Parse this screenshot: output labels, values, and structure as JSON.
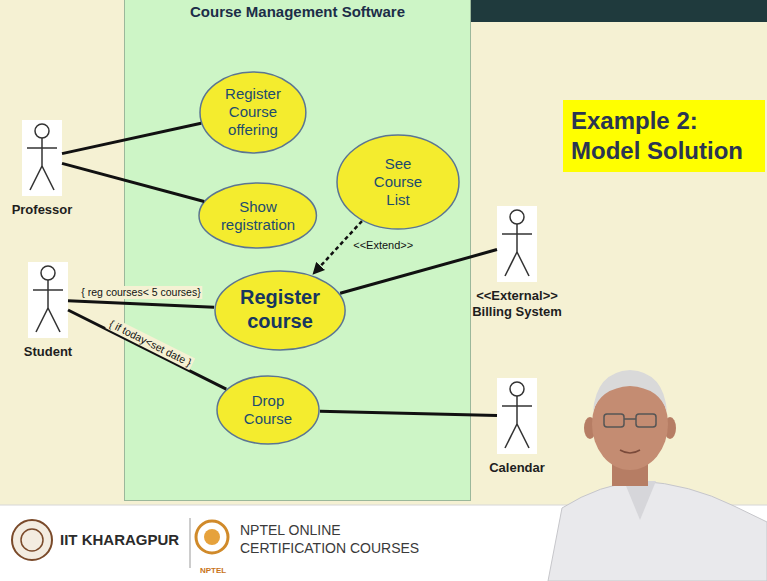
{
  "diagram": {
    "nodes": [
      {
        "text": [
          "Course Management Software"
        ]
      },
      {
        "text": [
          "Register Course offering"
        ],
        "in": 0
      },
      {
        "text": [
          "Show registration"
        ],
        "in": 0
      },
      {
        "text": [
          "See Course List"
        ],
        "in": 0
      },
      {
        "text": [
          "Register course"
        ],
        "in": 0
      },
      {
        "text": [
          "Drop Course"
        ],
        "in": 0
      },
      {
        "text": [
          "Professor"
        ]
      },
      {
        "text": [
          "Student"
        ]
      },
      {
        "text": [
          "<<External>>",
          "Billing System"
        ]
      },
      {
        "text": [
          "Calendar"
        ]
      },
      {
        "text": [
          "Example 2: Model Solution"
        ]
      }
    ],
    "edges": [
      {
        "from": 6,
        "to": 1,
        "arrow": "none"
      },
      {
        "from": 6,
        "to": 2,
        "arrow": "none"
      },
      {
        "from": 3,
        "to": 4,
        "arrow": "to",
        "label": "<<Extend>>"
      },
      {
        "from": 7,
        "to": 4,
        "arrow": "none",
        "label": "{ reg courses< 5 courses}"
      },
      {
        "from": 7,
        "to": 5,
        "arrow": "none",
        "label": "{ if today<set date }"
      },
      {
        "from": 4,
        "to": 8,
        "arrow": "none"
      },
      {
        "from": 5,
        "to": 9,
        "arrow": "none"
      }
    ],
    "labels": [
      "IIT KHARAGPUR",
      "NPTEL ONLINE CERTIFICATION COURSES",
      "NPTEL"
    ]
  }
}
